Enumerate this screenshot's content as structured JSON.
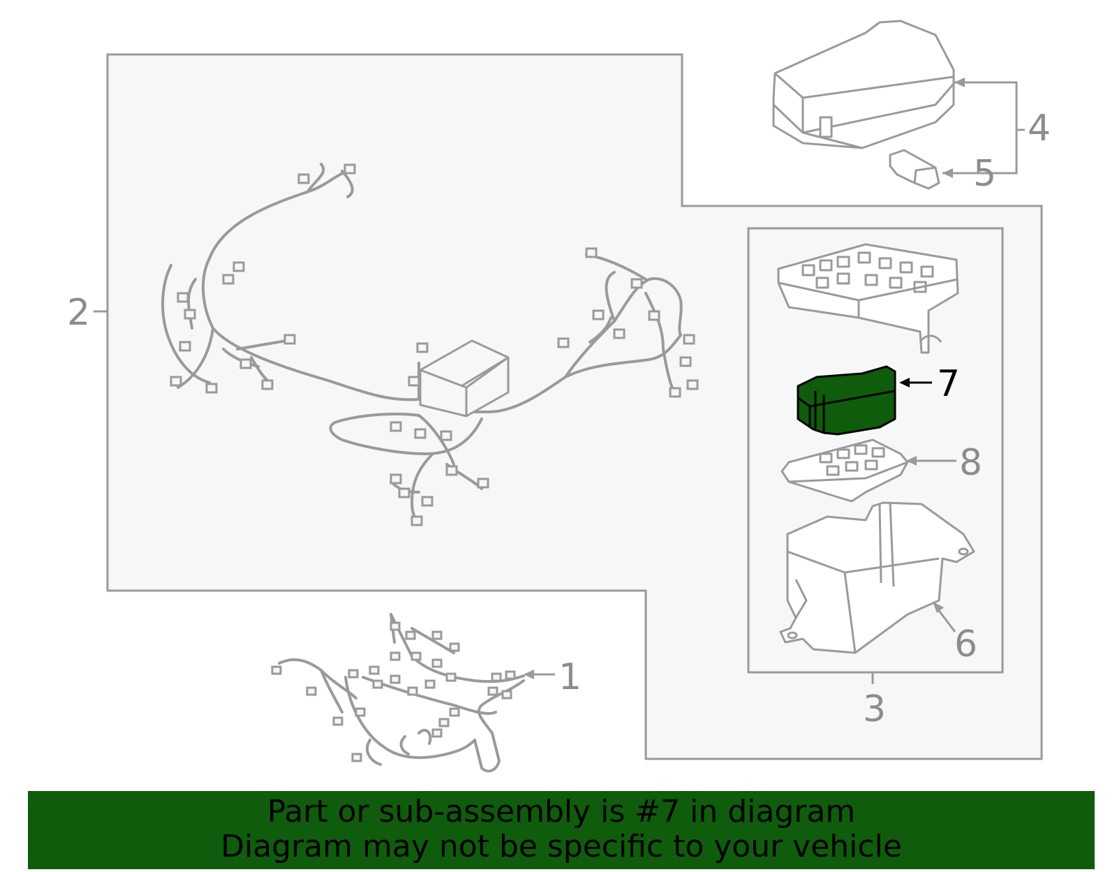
{
  "callouts": {
    "c1": "1",
    "c2": "2",
    "c3": "3",
    "c4": "4",
    "c5": "5",
    "c6": "6",
    "c7": "7",
    "c8": "8"
  },
  "highlighted_part": "7",
  "banner": {
    "line1": "Part or sub-assembly is #7 in diagram",
    "line2": "Diagram may not be specific to your vehicle"
  },
  "colors": {
    "line": "#9a9a9a",
    "panel_fill": "#f7f7f7",
    "highlight_fill": "#0f5c0c",
    "banner_bg": "#0f5c0c",
    "text_highlight": "#000000"
  }
}
